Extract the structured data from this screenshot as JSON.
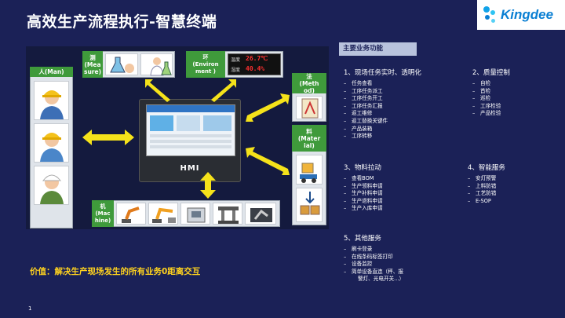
{
  "header": {
    "title": "高效生产流程执行-智慧终端",
    "logo_text": "Kingdee"
  },
  "diagram": {
    "man_label": "人(Man)",
    "measure_label": "测\n(Mea\nsure)",
    "environment_label": "环\n(Environ\nment )",
    "method_label": "法\n(Meth\nod)",
    "material_label": "料\n(Mater\nial)",
    "machine_label": "机\n(Mac\nhine)",
    "hmi_label": "HMI",
    "temp_label": "温度",
    "temp_value": "26.7℃",
    "humidity_label": "湿度",
    "humidity_value": "40.4%"
  },
  "functions": {
    "section_title": "主要业务功能",
    "groups": [
      {
        "title": "1、现场任务实时、透明化",
        "items": [
          "任务查看",
          "工序任务派工",
          "工序任务开工",
          "工序任务汇报",
          "返工维修",
          "返工替换关键件",
          "产品装箱",
          "工序转移"
        ]
      },
      {
        "title": "2、质量控制",
        "items": [
          "自检",
          "首检",
          "巡检",
          "工序检验",
          "产品检验"
        ]
      },
      {
        "title": "3、物料拉动",
        "items": [
          "查看BOM",
          "生产领料申请",
          "生产补料申请",
          "生产退料申请",
          "生产入库申请"
        ]
      },
      {
        "title": "4、智能服务",
        "items": [
          "安灯预警",
          "上料防错",
          "工艺防错",
          "E-SOP"
        ]
      },
      {
        "title": "5、其他服务",
        "items": [
          "刷卡登录",
          "在线条码标签打印",
          "设备监控",
          "简单设备直连（秤、报",
          "警灯、光电开关...）"
        ]
      }
    ]
  },
  "value_statement": "价值：解决生产现场发生的所有业务0距离交互",
  "page_number": "1",
  "colors": {
    "background": "#1b2157",
    "label_green": "#3f9a3b",
    "arrow_yellow": "#f5e21a",
    "value_yellow": "#ffd21e"
  }
}
